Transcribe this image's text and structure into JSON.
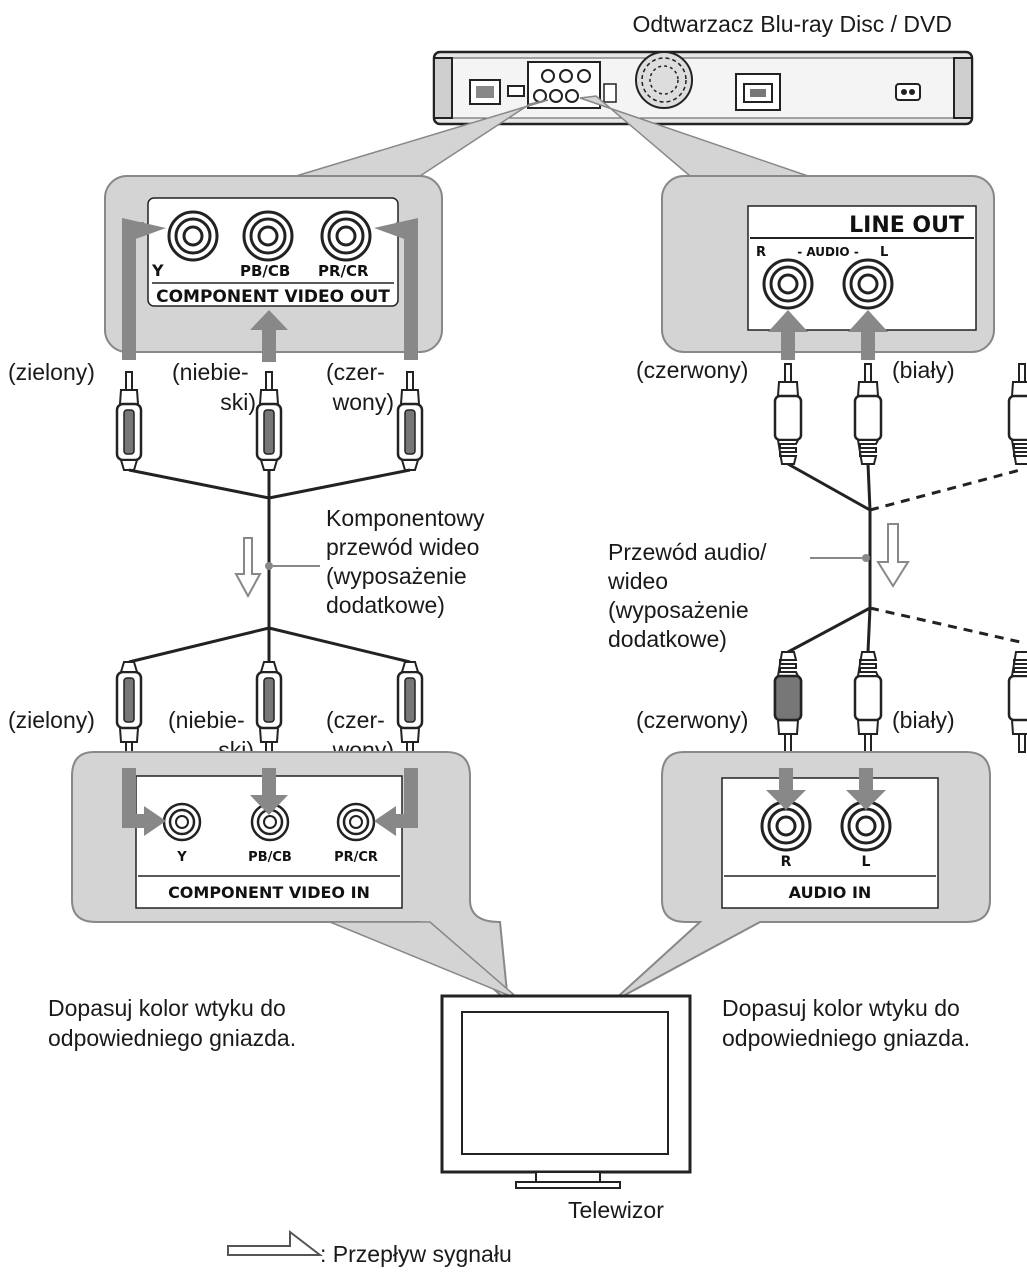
{
  "player": {
    "name": "Odtwarzacz Blu-ray Disc / DVD"
  },
  "component_out_panel": {
    "title": "COMPONENT VIDEO OUT",
    "jack_y": "Y",
    "jack_pb": "PB/CB",
    "jack_pr": "PR/CR"
  },
  "line_out_panel": {
    "title": "LINE OUT",
    "audio_label": "- AUDIO -",
    "jack_r": "R",
    "jack_l": "L"
  },
  "component_cable": {
    "top_labels": {
      "green": "(zielony)",
      "blue_line1": "(niebie-",
      "blue_line2": "ski)",
      "red_line1": "(czer-",
      "red_line2": "wony)"
    },
    "bottom_labels": {
      "green": "(zielony)",
      "blue_line1": "(niebie-",
      "blue_line2": "ski)",
      "red_line1": "(czer-",
      "red_line2": "wony)"
    },
    "caption_line1": "Komponentowy",
    "caption_line2": "przewód wideo",
    "caption_line3": "(wyposażenie",
    "caption_line4": "dodatkowe)"
  },
  "audio_cable": {
    "top_red": "(czerwony)",
    "top_white": "(biały)",
    "bottom_red": "(czerwony)",
    "bottom_white": "(biały)",
    "caption_line1": "Przewód audio/",
    "caption_line2": "wideo",
    "caption_line3": "(wyposażenie",
    "caption_line4": "dodatkowe)"
  },
  "component_in_panel": {
    "title": "COMPONENT VIDEO IN",
    "jack_y": "Y",
    "jack_pb": "PB/CB",
    "jack_pr": "PR/CR"
  },
  "audio_in_panel": {
    "title": "AUDIO IN",
    "jack_r": "R",
    "jack_l": "L"
  },
  "notes": {
    "left_line1": "Dopasuj kolor wtyku do",
    "left_line2": "odpowiedniego gniazda.",
    "right_line1": "Dopasuj kolor wtyku do",
    "right_line2": "odpowiedniego gniazda."
  },
  "tv": {
    "name": "Telewizor"
  },
  "legend": {
    "signal_flow": ": Przepływ sygnału"
  }
}
